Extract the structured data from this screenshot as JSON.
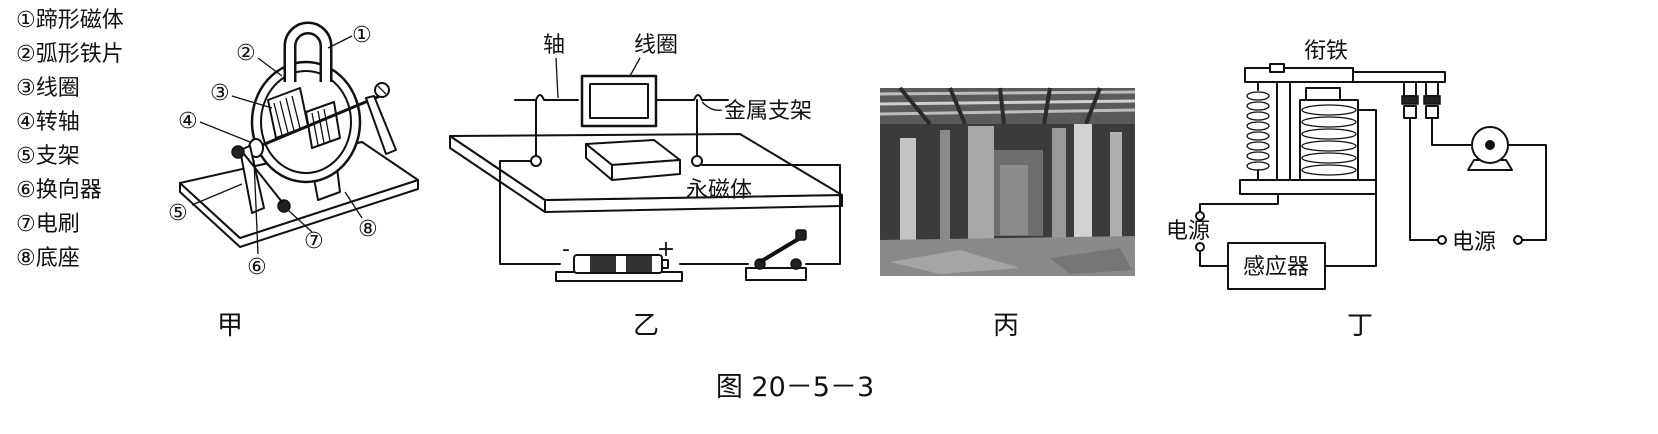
{
  "figure": {
    "caption": "图 20－5－3",
    "panels": {
      "jia": {
        "label": "甲",
        "parts": [
          "①蹄形磁体",
          "②弧形铁片",
          "③线圈",
          "④转轴",
          "⑤支架",
          "⑥换向器",
          "⑦电刷",
          "⑧底座"
        ],
        "callouts": [
          "①",
          "②",
          "③",
          "④",
          "⑤",
          "⑥",
          "⑦",
          "⑧"
        ]
      },
      "yi": {
        "label": "乙",
        "axle": "轴",
        "coil": "线圈",
        "metal_bracket": "金属支架",
        "magnet": "永磁体",
        "battery_minus": "-",
        "battery_plus": "+"
      },
      "bing": {
        "label": "丙"
      },
      "ding": {
        "label": "丁",
        "armature": "衔铁",
        "power_left": "电源",
        "sensor": "感应器",
        "power_right": "电源"
      }
    }
  }
}
